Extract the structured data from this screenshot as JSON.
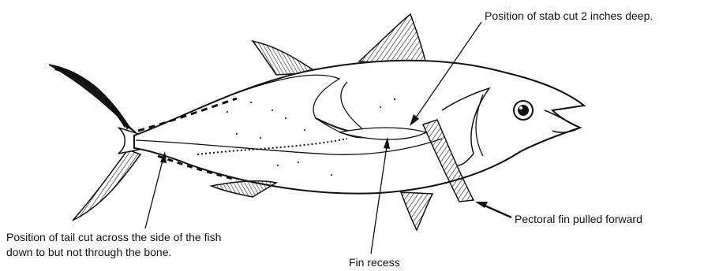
{
  "labels": {
    "stab_cut": "Position of stab cut 2 inches deep.",
    "pectoral_fin": "Pectoral fin pulled forward",
    "tail_cut_line1": "Position of tail cut across the side of the fish",
    "tail_cut_line2": "down to but not through the bone.",
    "fin_recess": "Fin recess"
  }
}
